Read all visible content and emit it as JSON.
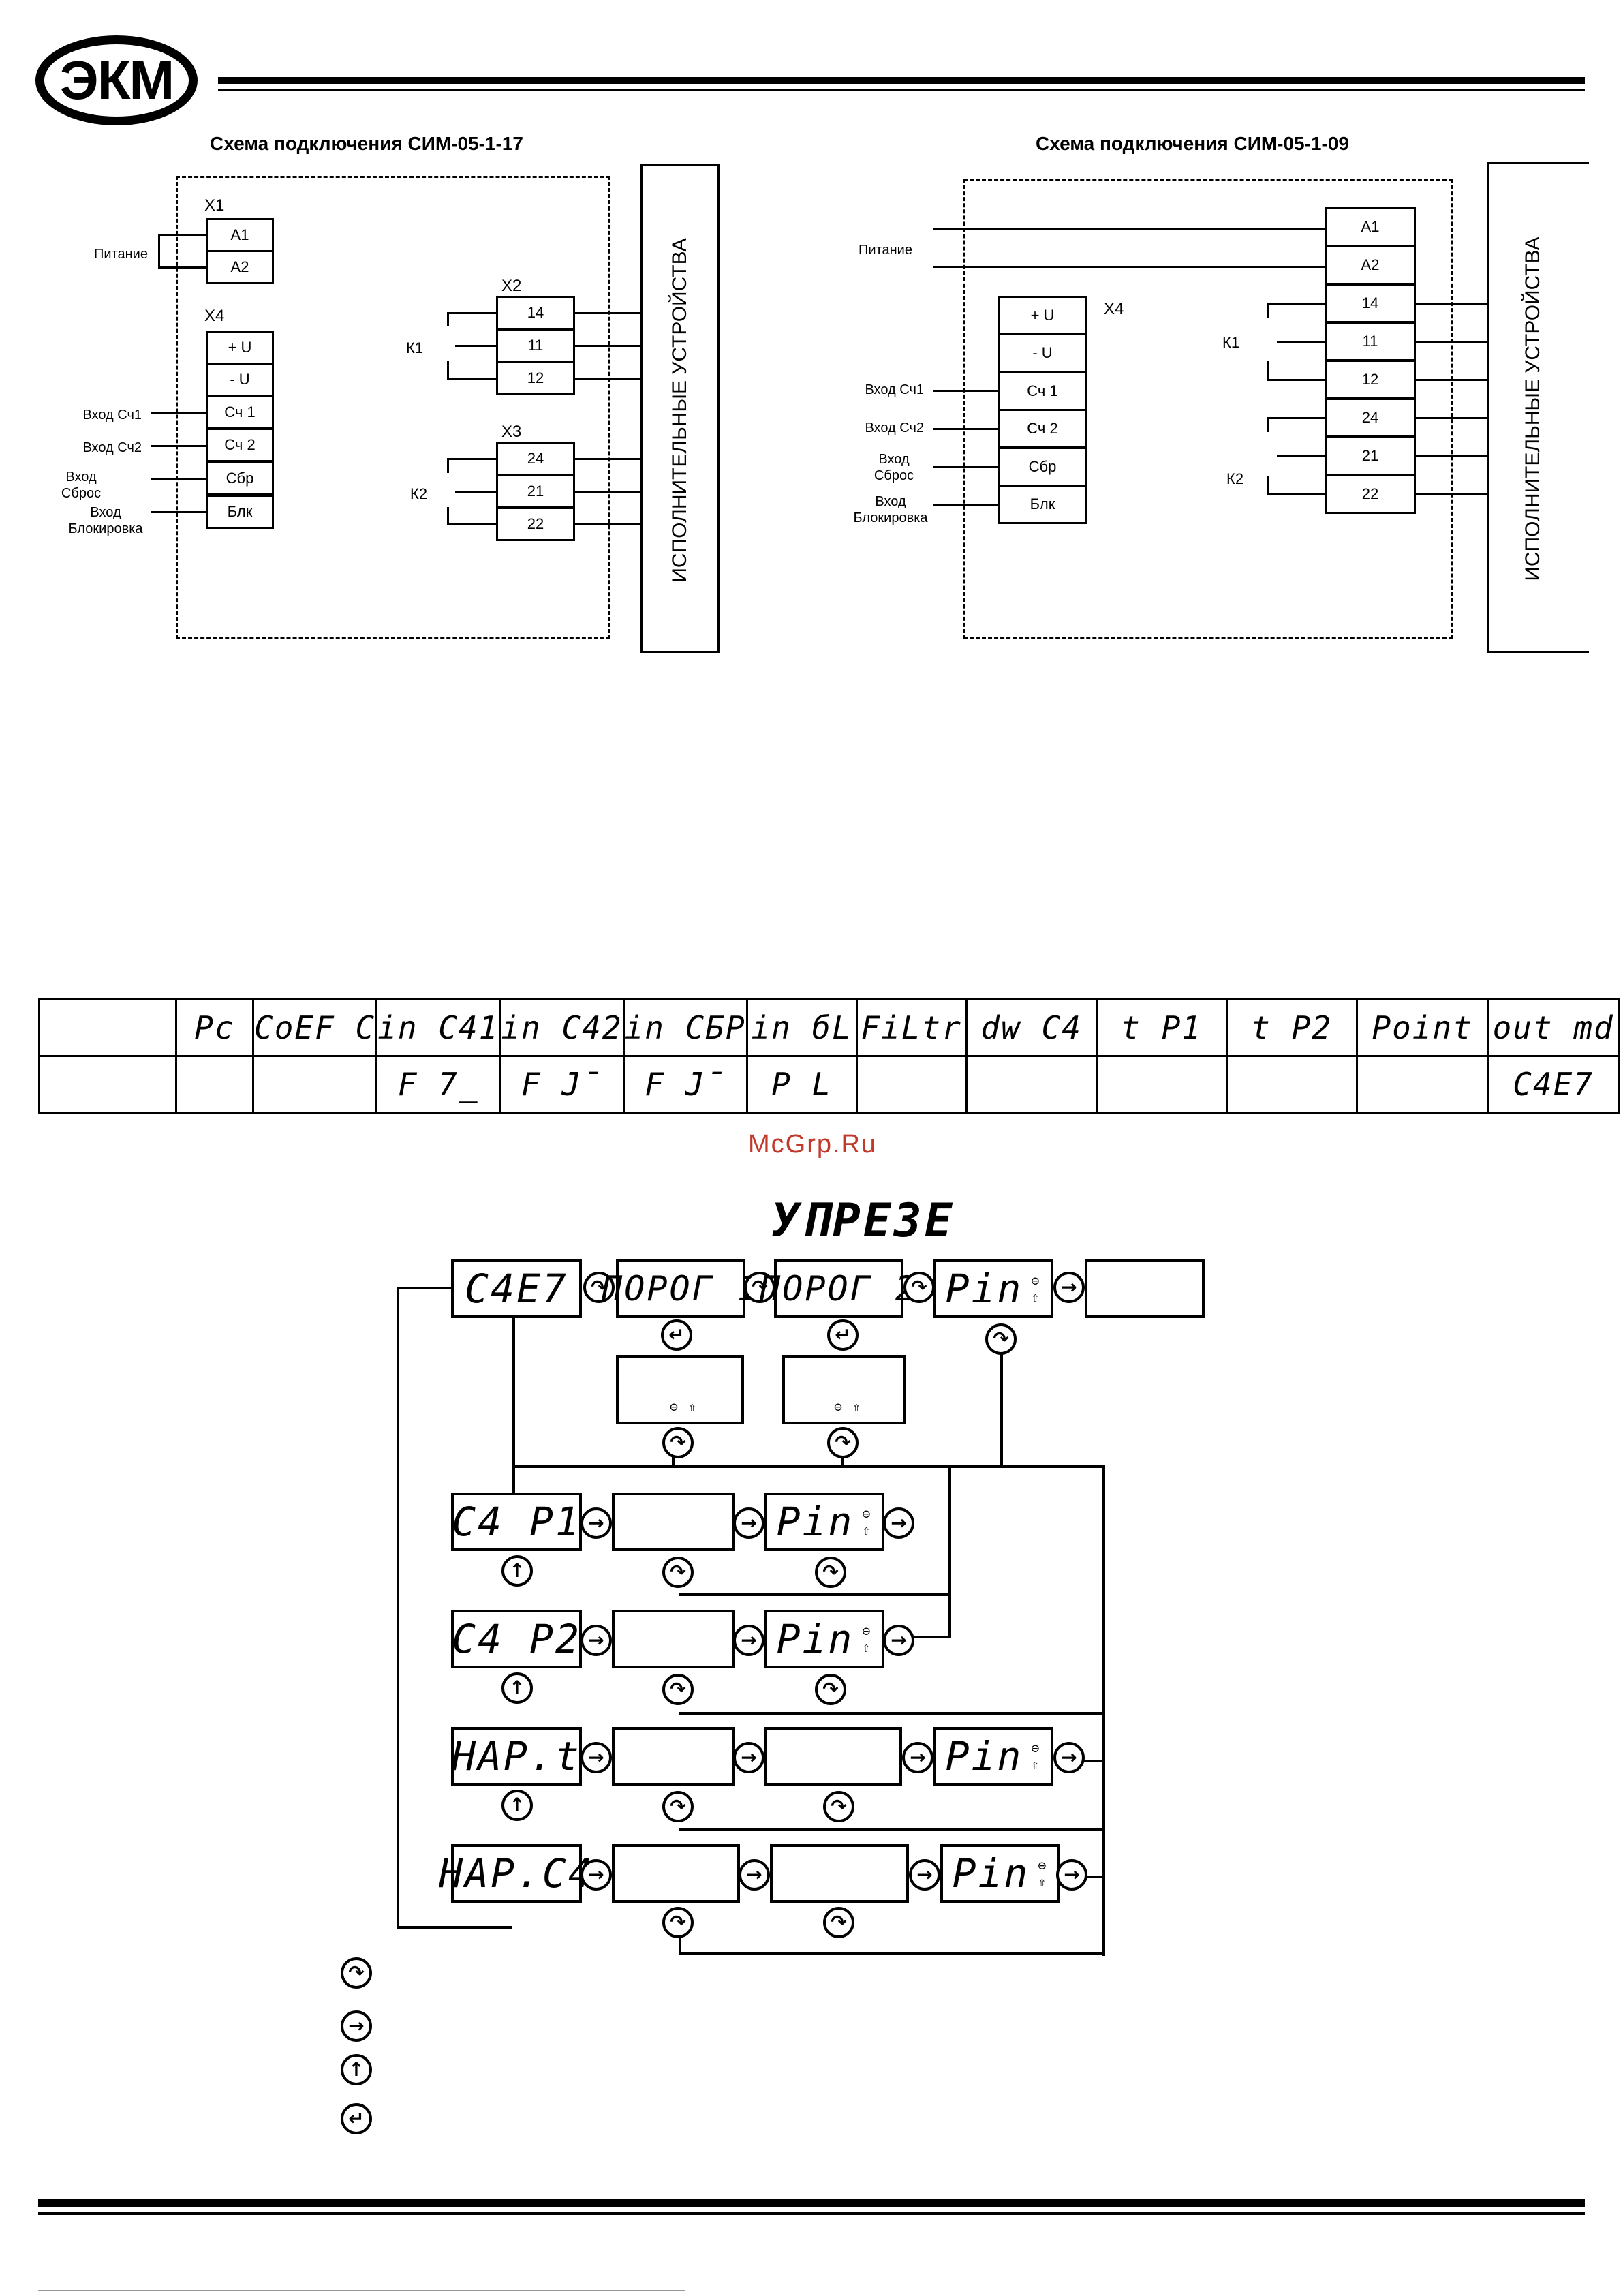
{
  "logo": {
    "text": "ЭКМ"
  },
  "diagram_left": {
    "title": "Схема подключения СИМ-05-1-17",
    "x1_label": "X1",
    "x1_terms": [
      "A1",
      "A2"
    ],
    "power_label": "Питание",
    "x4_label": "X4",
    "x4_terms": [
      "+ U",
      "- U",
      "Сч 1",
      "Сч 2",
      "Сбр",
      "Блк"
    ],
    "inputs": [
      "Вход Сч1",
      "Вход Сч2",
      "Вход\nСброс",
      "Вход\nБлокировка"
    ],
    "x2_label": "X2",
    "x2_terms": [
      "14",
      "11",
      "12"
    ],
    "k1": "К1",
    "x3_label": "X3",
    "x3_terms": [
      "24",
      "21",
      "22"
    ],
    "k2": "К2",
    "devices": "ИСПОЛНИТЕЛЬНЫЕ УСТРОЙСТВА"
  },
  "diagram_right": {
    "title": "Схема подключения СИМ-05-1-09",
    "power_label": "Питание",
    "x4_label": "X4",
    "x4_terms": [
      "+ U",
      "- U",
      "Сч 1",
      "Сч 2",
      "Сбр",
      "Блк"
    ],
    "inputs": [
      "Вход Сч1",
      "Вход Сч2",
      "Вход\nСброс",
      "Вход\nБлокировка"
    ],
    "right_terms": [
      "A1",
      "A2",
      "14",
      "11",
      "12",
      "24",
      "21",
      "22"
    ],
    "k1": "К1",
    "k2": "К2",
    "devices": "ИСПОЛНИТЕЛЬНЫЕ УСТРОЙСТВА"
  },
  "param_table": {
    "row1": [
      "",
      "Pc",
      "CoEF C",
      "in C41",
      "in C42",
      "in CБP",
      "in бL",
      "FiLtr",
      "dw C4",
      "t P1",
      "t P2",
      "Point",
      "out md"
    ],
    "row2": [
      "",
      "",
      "",
      "F 7_",
      "F J¯",
      "F J¯",
      "P L",
      "",
      "",
      "",
      "",
      "",
      "C4E7"
    ]
  },
  "watermark": "McGrp.Ru",
  "menu": {
    "title": "УПРЕЗЕ",
    "top_row": [
      "C4E7",
      "ПОРОГ 1",
      "ПОРОГ 2",
      "Pin",
      ""
    ],
    "rows": [
      {
        "head": "C4 P1",
        "cells": [
          "",
          "Pin"
        ]
      },
      {
        "head": "C4 P2",
        "cells": [
          "",
          "Pin"
        ]
      },
      {
        "head": "HAP.t",
        "cells": [
          "",
          "",
          "Pin"
        ]
      },
      {
        "head": "HAP.C4",
        "cells": [
          "",
          "",
          "Pin"
        ]
      }
    ],
    "mini_minus": "⊖",
    "mini_up": "⇧"
  },
  "legend_buttons": [
    "↷",
    "→",
    "↑",
    "↵"
  ]
}
